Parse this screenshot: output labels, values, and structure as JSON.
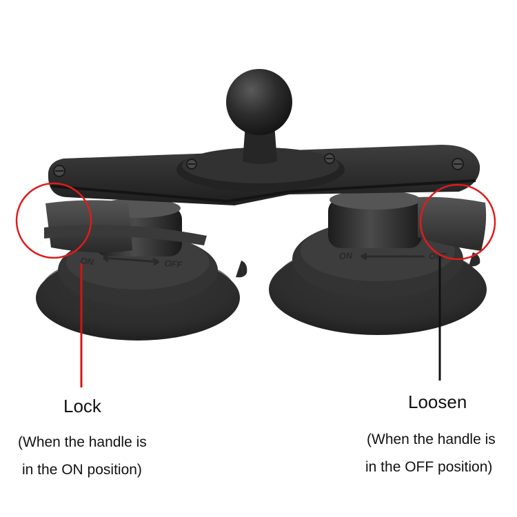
{
  "colors": {
    "background": "#ffffff",
    "product_dark": "#262626",
    "product_mid": "#3a3a3a",
    "highlight_circle": "#e11b1b",
    "left_pointer": "#d41414",
    "right_pointer": "#111111"
  },
  "product": {
    "left_cup_marking": "ON",
    "left_cup_marking_right": "OFF",
    "right_cup_marking": "ON",
    "right_cup_marking_right": "OFF"
  },
  "left_callout": {
    "title": "Lock",
    "note_line1": "(When the handle is",
    "note_line2": "in the ON position)"
  },
  "right_callout": {
    "title": "Loosen",
    "note_line1": "(When the handle is",
    "note_line2": "in the OFF position)"
  }
}
